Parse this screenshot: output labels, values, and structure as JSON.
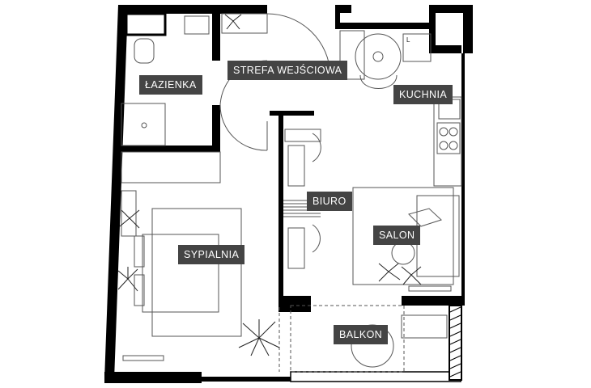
{
  "plan": {
    "rooms": [
      {
        "id": "lazienka",
        "label": "ŁAZIENKA"
      },
      {
        "id": "strefa",
        "label": "STREFA WEJŚCIOWA"
      },
      {
        "id": "kuchnia",
        "label": "KUCHNIA"
      },
      {
        "id": "biuro",
        "label": "BIURO"
      },
      {
        "id": "salon",
        "label": "SALON"
      },
      {
        "id": "sypialnia",
        "label": "SYPIALNIA"
      },
      {
        "id": "balkon",
        "label": "BALKON"
      }
    ],
    "fridge_mark": "L",
    "colors": {
      "wall": "#000000",
      "line": "#555555",
      "label_bg": "#444444",
      "label_text": "#ffffff",
      "background": "#ffffff"
    }
  }
}
